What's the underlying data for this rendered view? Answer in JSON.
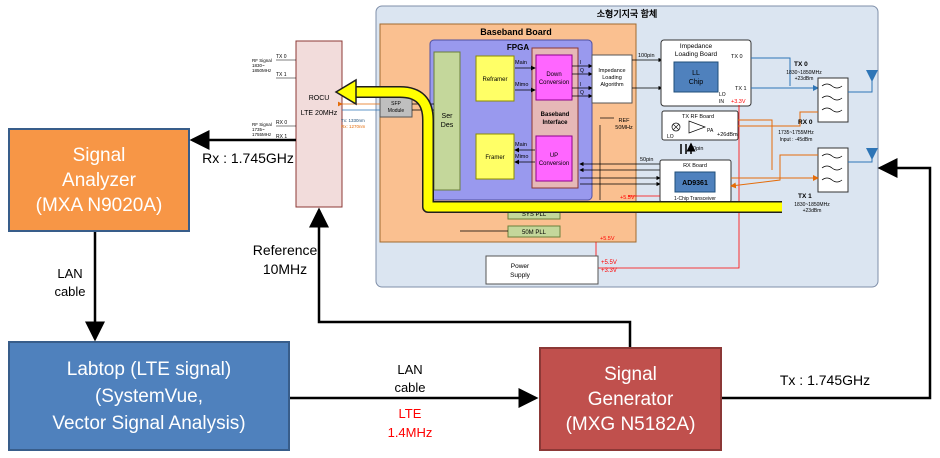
{
  "signal_analyzer": {
    "line1": "Signal",
    "line2": "Analyzer",
    "line3": "(MXA N9020A)"
  },
  "laptop": {
    "line1": "Labtop (LTE signal)",
    "line2": "(SystemVue,",
    "line3": "Vector Signal Analysis)"
  },
  "signal_generator": {
    "line1": "Signal",
    "line2": "Generator",
    "line3": "(MXG N5182A)"
  },
  "links": {
    "rx": "Rx : 1.745GHz",
    "tx": "Tx : 1.745GHz",
    "lan_left": "LAN\ncable",
    "lan_mid": "LAN\ncable",
    "lte": "LTE\n1.4MHz",
    "reference": "Reference\n10MHz"
  },
  "rocu": {
    "title": "ROCU",
    "subtitle": "LTE 20MHz",
    "sfp": "SFP\nModule",
    "tx_note": "Tx: 1330nm",
    "rx_note": "Rx: 1270nm",
    "tx0": "TX 0",
    "tx1": "TX 1",
    "rx0": "RX 0",
    "rx1": "RX 1",
    "rf_signal_top": "RF Signal\n1830~\n1850MHz",
    "rf_signal_bottom": "RF Signal\n1735~\n1755MHz"
  },
  "base_station": {
    "title": "소형기지국 함체",
    "baseband_board": "Baseband Board",
    "fpga": "FPGA",
    "serdes": "Ser\nDes",
    "reframer": "Reframer",
    "framer": "Framer",
    "down_conversion": "Down\nConversion",
    "up_conversion": "UP\nConversion",
    "baseband_interface": "Baseband\nInterface",
    "ila": "Impedance\nLoading\nAlgorithm",
    "main_top": "Main",
    "mimo_top": "Mimo",
    "main_bottom": "Main",
    "mimo_bottom": "Mimo",
    "sys_pll": "SYS PLL",
    "pll_50m": "50M PLL",
    "pin100": "100pin",
    "pin50": "50pin",
    "pin10": "10pin",
    "ref": "REF\n50MHz",
    "ilb_title": "Impedance\nLoading Board",
    "ll_chip": "LL\nChip",
    "ilb_tx0": "TX 0",
    "ilb_tx1": "TX 1",
    "ilb_lo": "LO",
    "ilb_in": "IN",
    "v33_a": "+3.3V",
    "tx_rf_board": "TX RF Board",
    "lo": "LO",
    "pa": "PA",
    "db26": "+26dBm",
    "rx_board": "RX Board",
    "ad9361": "AD9361",
    "transceiver": "1-Chip Transceiver",
    "v55_rx": "+5.5V",
    "v55_pll": "+5.5V",
    "power_supply": "Power\nSupply",
    "ps_out": "+5.5V\n+3.3V",
    "iq1": "I",
    "iq2": "Q",
    "iq3": "I",
    "iq4": "Q",
    "tx0_right": "TX 0",
    "tx0_freq": "1830~1850MHz\n+23dBm",
    "rx0_right": "RX 0",
    "rx0_freq": "1735~1755MHz\nInput : -45dBm",
    "tx1_right": "TX 1",
    "tx1_freq": "1830~1850MHz\n+23dBm"
  },
  "colors": {
    "analyzer": "#f79646",
    "laptop": "#4f81bd",
    "generator": "#c0504d",
    "housing": "#dbe5f1",
    "baseband": "#fac090",
    "fpga": "#9999ee",
    "yellow_arrow": "#ffff00",
    "red_text": "#ff0000"
  }
}
